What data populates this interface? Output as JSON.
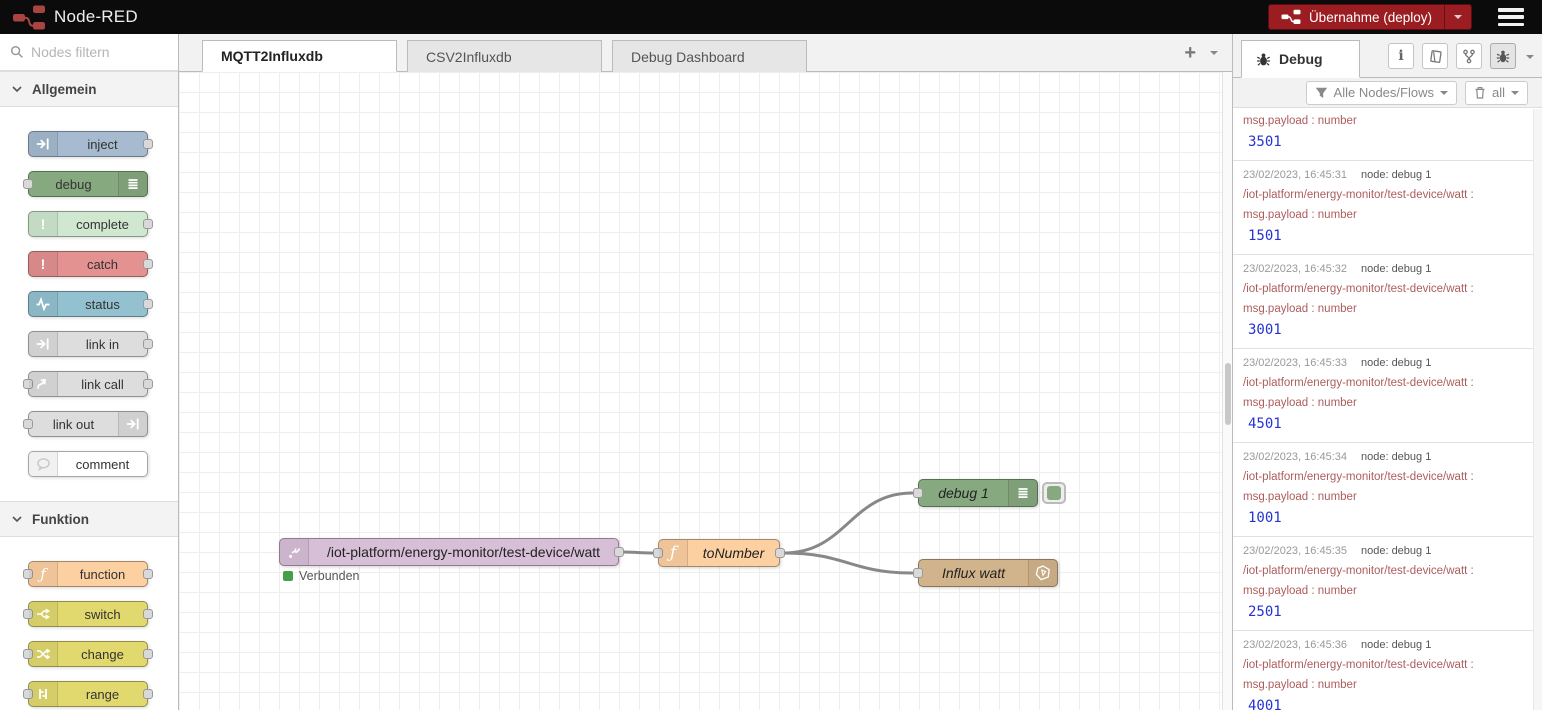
{
  "header": {
    "brand": "Node-RED",
    "deploy_label": "Übernahme (deploy)"
  },
  "palette": {
    "search_placeholder": "Nodes filtern",
    "sections": [
      {
        "label": "Allgemein"
      },
      {
        "label": "Funktion"
      }
    ],
    "nodes": {
      "inject": {
        "label": "inject",
        "color": "#a6bbcf"
      },
      "debug": {
        "label": "debug",
        "color": "#87a980"
      },
      "complete": {
        "label": "complete",
        "color": "#cfe8cf"
      },
      "catch": {
        "label": "catch",
        "color": "#e49191"
      },
      "status": {
        "label": "status",
        "color": "#94c1d0"
      },
      "link_in": {
        "label": "link in",
        "color": "#dddddd"
      },
      "link_call": {
        "label": "link call",
        "color": "#dddddd"
      },
      "link_out": {
        "label": "link out",
        "color": "#dddddd"
      },
      "comment": {
        "label": "comment",
        "color": "#ffffff"
      },
      "function": {
        "label": "function",
        "color": "#fdd0a2"
      },
      "switch": {
        "label": "switch",
        "color": "#e2d96e"
      },
      "change": {
        "label": "change",
        "color": "#e2d96e"
      },
      "range": {
        "label": "range",
        "color": "#e2d96e"
      }
    }
  },
  "workspace": {
    "add_label": "+",
    "tabs": [
      {
        "label": "MQTT2Influxdb"
      },
      {
        "label": "CSV2Influxdb"
      },
      {
        "label": "Debug Dashboard"
      }
    ]
  },
  "flow": {
    "mqtt": {
      "label": "/iot-platform/energy-monitor/test-device/watt",
      "status": "Verbunden",
      "color": "#d8bfd8"
    },
    "function": {
      "label": "toNumber",
      "color": "#fdd0a2"
    },
    "debug": {
      "label": "debug 1",
      "color": "#87a980"
    },
    "influx": {
      "label": "Influx watt",
      "color": "#d2b48c"
    }
  },
  "sidebar": {
    "tab_label": "Debug",
    "filter_button": "Alle Nodes/Flows",
    "clear_button": "all",
    "messages": [
      {
        "property": "msg.payload : number",
        "value": "3501"
      },
      {
        "timestamp": "23/02/2023, 16:45:31",
        "node": "node: debug 1",
        "topic": "/iot-platform/energy-monitor/test-device/watt :",
        "property": "msg.payload : number",
        "value": "1501"
      },
      {
        "timestamp": "23/02/2023, 16:45:32",
        "node": "node: debug 1",
        "topic": "/iot-platform/energy-monitor/test-device/watt :",
        "property": "msg.payload : number",
        "value": "3001"
      },
      {
        "timestamp": "23/02/2023, 16:45:33",
        "node": "node: debug 1",
        "topic": "/iot-platform/energy-monitor/test-device/watt :",
        "property": "msg.payload : number",
        "value": "4501"
      },
      {
        "timestamp": "23/02/2023, 16:45:34",
        "node": "node: debug 1",
        "topic": "/iot-platform/energy-monitor/test-device/watt :",
        "property": "msg.payload : number",
        "value": "1001"
      },
      {
        "timestamp": "23/02/2023, 16:45:35",
        "node": "node: debug 1",
        "topic": "/iot-platform/energy-monitor/test-device/watt :",
        "property": "msg.payload : number",
        "value": "2501"
      },
      {
        "timestamp": "23/02/2023, 16:45:36",
        "node": "node: debug 1",
        "topic": "/iot-platform/energy-monitor/test-device/watt :",
        "property": "msg.payload : number",
        "value": "4001"
      }
    ]
  },
  "colors": {
    "deploy_bg": "#9b1d21",
    "status_green": "#43a047",
    "topic_red": "#ad5c5c",
    "value_blue": "#2533d2"
  }
}
